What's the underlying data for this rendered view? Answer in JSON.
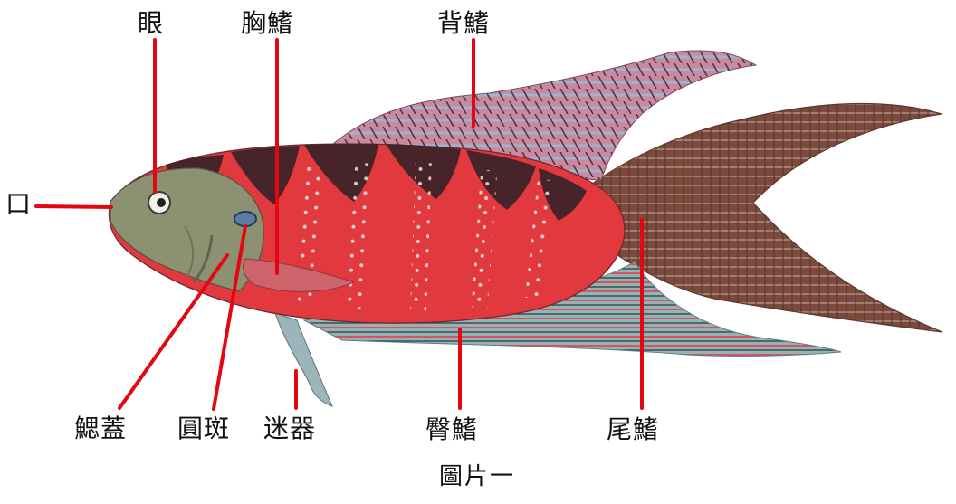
{
  "diagram": {
    "labels": {
      "eye": "眼",
      "pectoral_fin": "胸鰭",
      "dorsal_fin": "背鰭",
      "mouth": "口",
      "operculum": "鰓蓋",
      "round_spot": "圓斑",
      "labyrinth_organ": "迷器",
      "anal_fin": "臀鰭",
      "caudal_fin": "尾鰭"
    },
    "caption": "圖片一",
    "colors": {
      "pointer_line": "#e30613",
      "body_red": "#e2393f",
      "dark_band": "#3a2328",
      "tail_brown": "#7a4a3c",
      "fin_blue": "#9fb6c8"
    },
    "icons": [
      "fish-illustration"
    ]
  }
}
